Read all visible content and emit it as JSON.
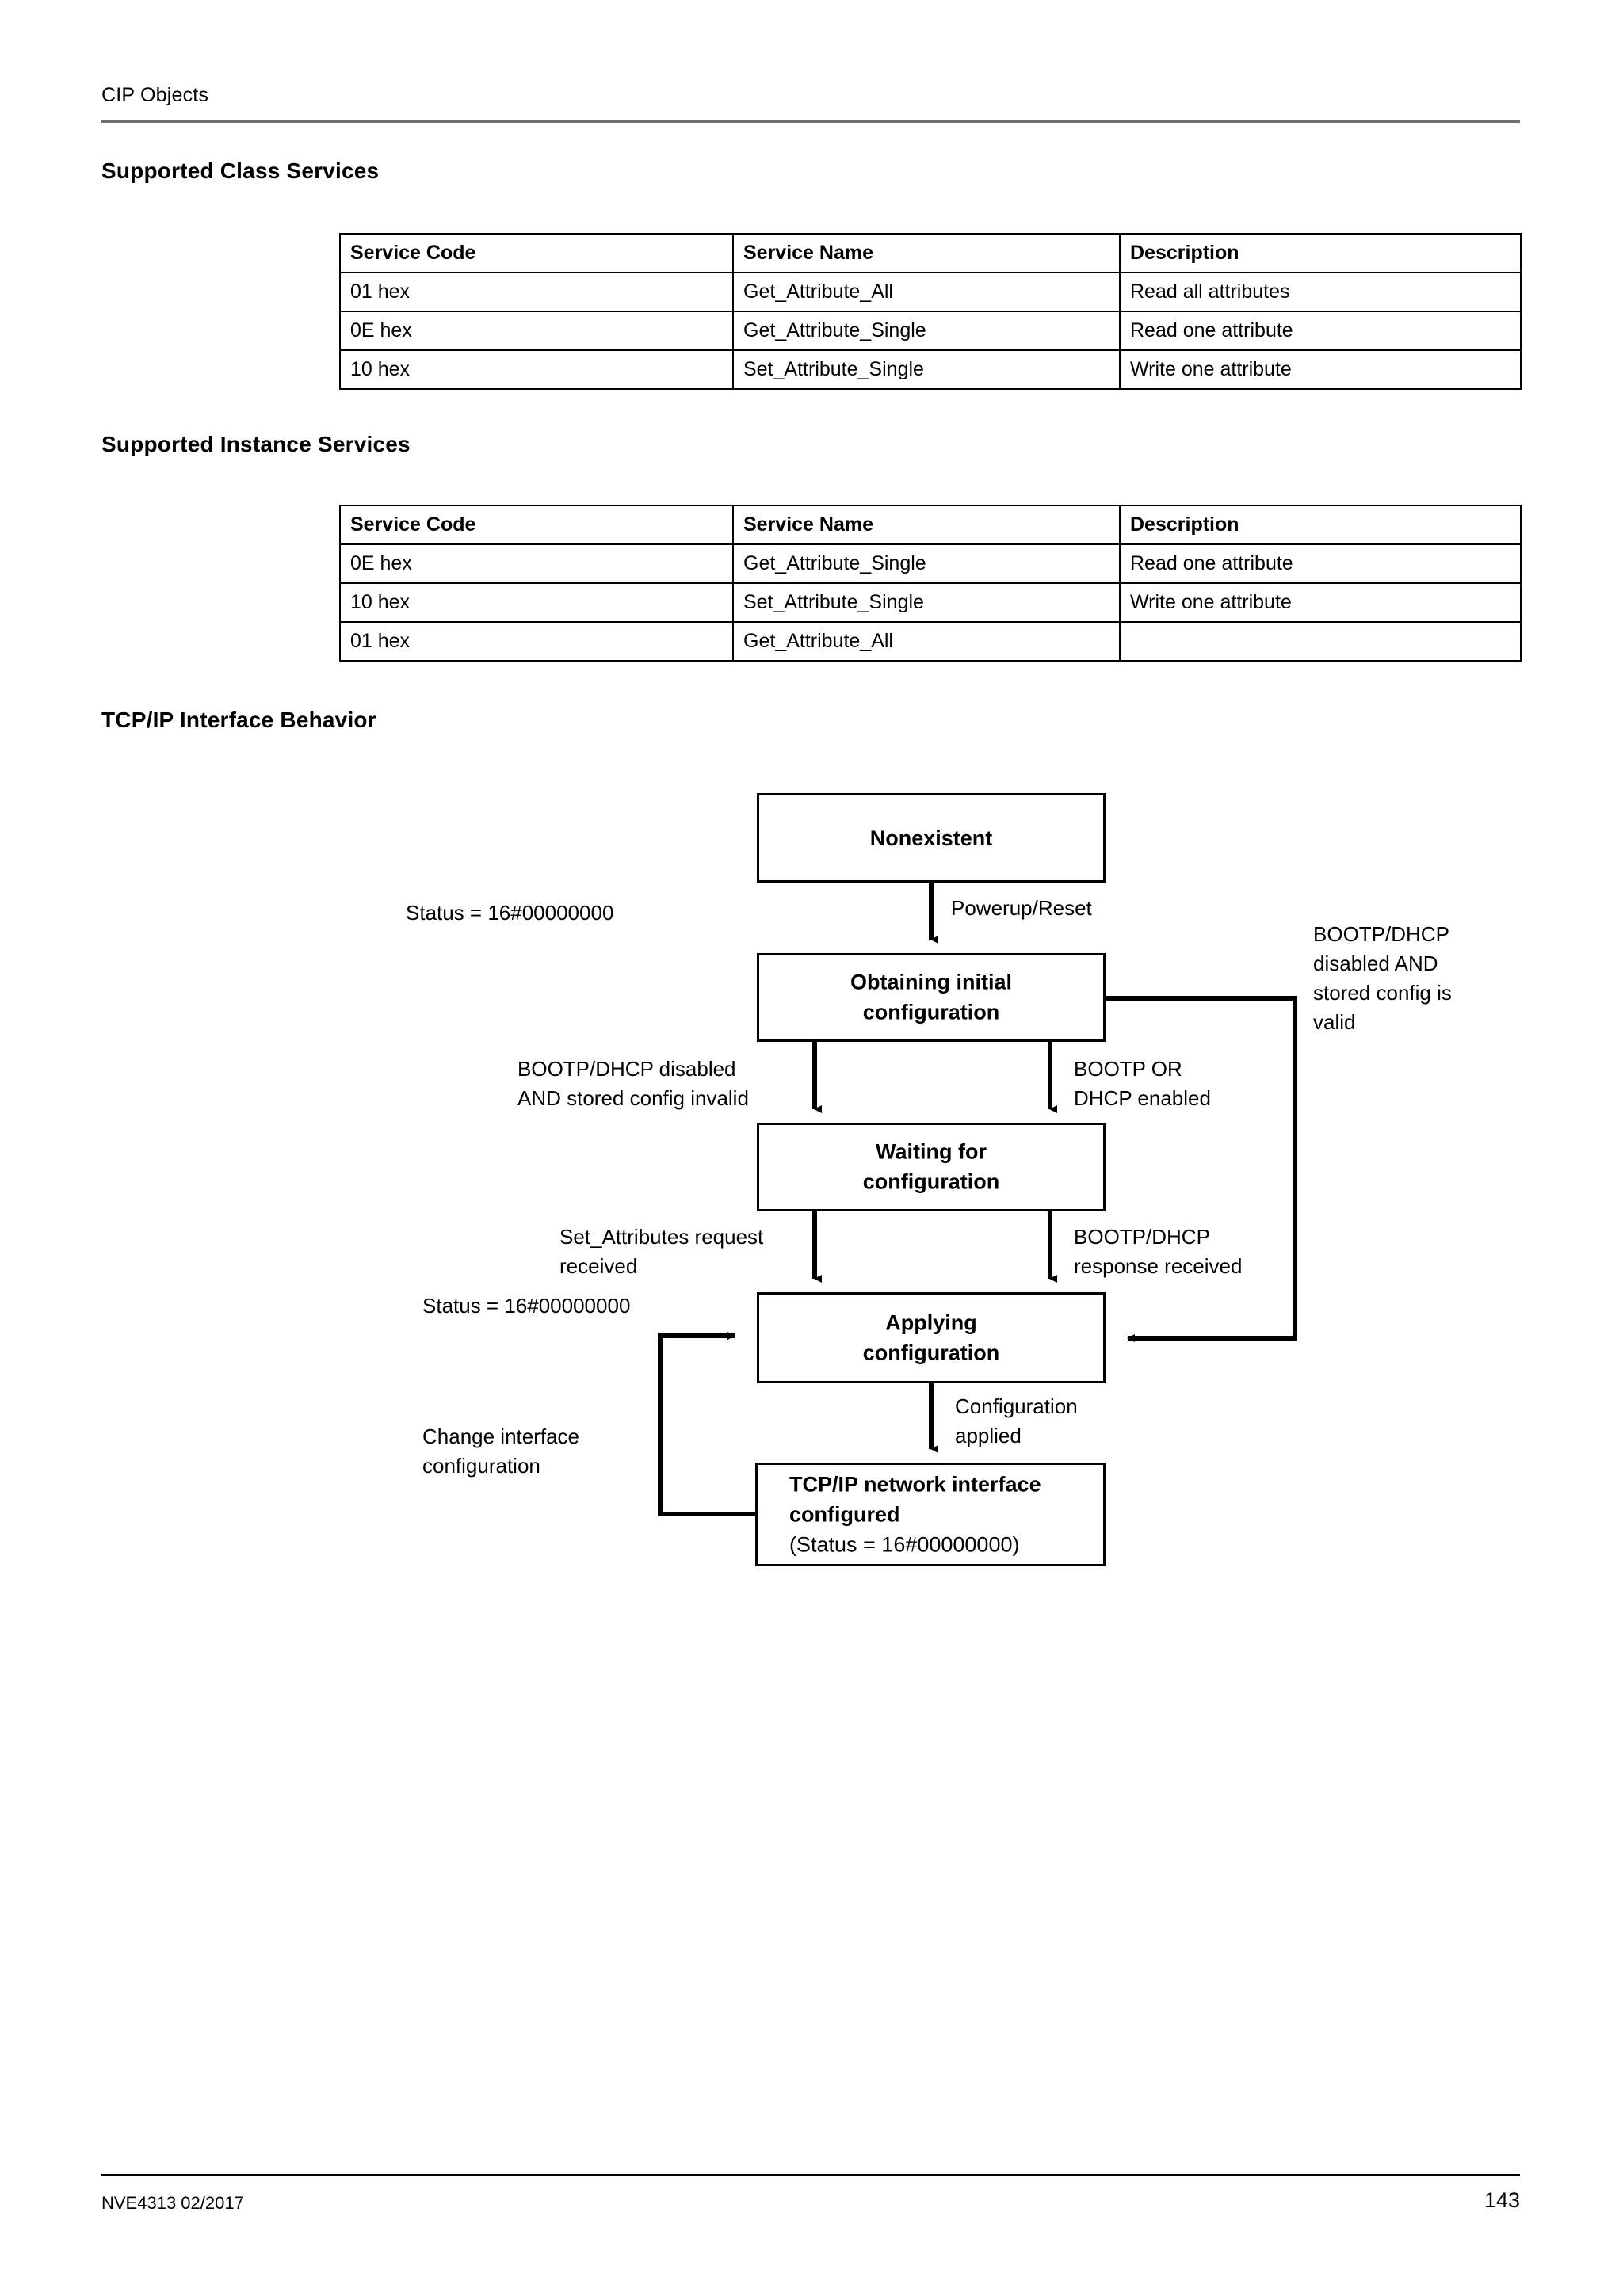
{
  "header": {
    "running_head": "CIP Objects"
  },
  "sections": {
    "class_services_heading": "Supported Class Services",
    "instance_services_heading": "Supported Instance Services",
    "tcpip_heading": "TCP/IP Interface Behavior"
  },
  "class_services_table": {
    "columns": [
      "Service Code",
      "Service Name",
      "Description"
    ],
    "rows": [
      [
        "01 hex",
        "Get_Attribute_All",
        "Read all attributes"
      ],
      [
        "0E hex",
        "Get_Attribute_Single",
        "Read one attribute"
      ],
      [
        "10 hex",
        "Set_Attribute_Single",
        "Write one attribute"
      ]
    ]
  },
  "instance_services_table": {
    "columns": [
      "Service Code",
      "Service Name",
      "Description"
    ],
    "rows": [
      [
        "0E hex",
        "Get_Attribute_Single",
        "Read one attribute"
      ],
      [
        "10 hex",
        "Set_Attribute_Single",
        "Write one attribute"
      ],
      [
        "01 hex",
        "Get_Attribute_All",
        ""
      ]
    ]
  },
  "state_diagram": {
    "type": "state-machine",
    "nodes": [
      {
        "id": "nonexistent",
        "label": "Nonexistent"
      },
      {
        "id": "obtaining",
        "label": "Obtaining initial\nconfiguration"
      },
      {
        "id": "waiting",
        "label": "Waiting for\nconfiguration"
      },
      {
        "id": "applying",
        "label": "Applying\nconfiguration"
      },
      {
        "id": "configured",
        "label": "TCP/IP network interface\nconfigured",
        "sublabel": "(Status = 16#00000000)"
      }
    ],
    "labels": {
      "status_top": "Status = 16#00000000",
      "powerup_reset": "Powerup/Reset",
      "bootp_disabled_valid": "BOOTP/DHCP\ndisabled AND\nstored config is\nvalid",
      "bootp_disabled_invalid": "BOOTP/DHCP disabled\nAND stored config invalid",
      "bootp_or_dhcp_enabled": "BOOTP OR\nDHCP enabled",
      "set_attributes_received": "Set_Attributes request\nreceived",
      "status_mid": "Status = 16#00000000",
      "bootp_response_received": "BOOTP/DHCP\nresponse received",
      "configuration_applied": "Configuration\napplied",
      "change_interface_configuration": "Change interface\nconfiguration"
    },
    "edges": [
      {
        "from": "nonexistent",
        "to": "obtaining",
        "label": "Powerup/Reset"
      },
      {
        "from": "obtaining",
        "to": "waiting",
        "label": "BOOTP/DHCP disabled AND stored config invalid"
      },
      {
        "from": "obtaining",
        "to": "waiting",
        "label": "BOOTP OR DHCP enabled"
      },
      {
        "from": "obtaining",
        "to": "applying",
        "label": "BOOTP/DHCP disabled AND stored config is valid"
      },
      {
        "from": "waiting",
        "to": "applying",
        "label": "Set_Attributes request received"
      },
      {
        "from": "waiting",
        "to": "applying",
        "label": "BOOTP/DHCP response received"
      },
      {
        "from": "applying",
        "to": "configured",
        "label": "Configuration applied"
      },
      {
        "from": "configured",
        "to": "applying",
        "label": "Change interface configuration"
      }
    ]
  },
  "footer": {
    "document_id": "NVE4313  02/2017",
    "page_number": "143"
  },
  "colors": {
    "text": "#000000",
    "rule": "#6f6f6f",
    "border": "#000000",
    "background": "#ffffff"
  }
}
